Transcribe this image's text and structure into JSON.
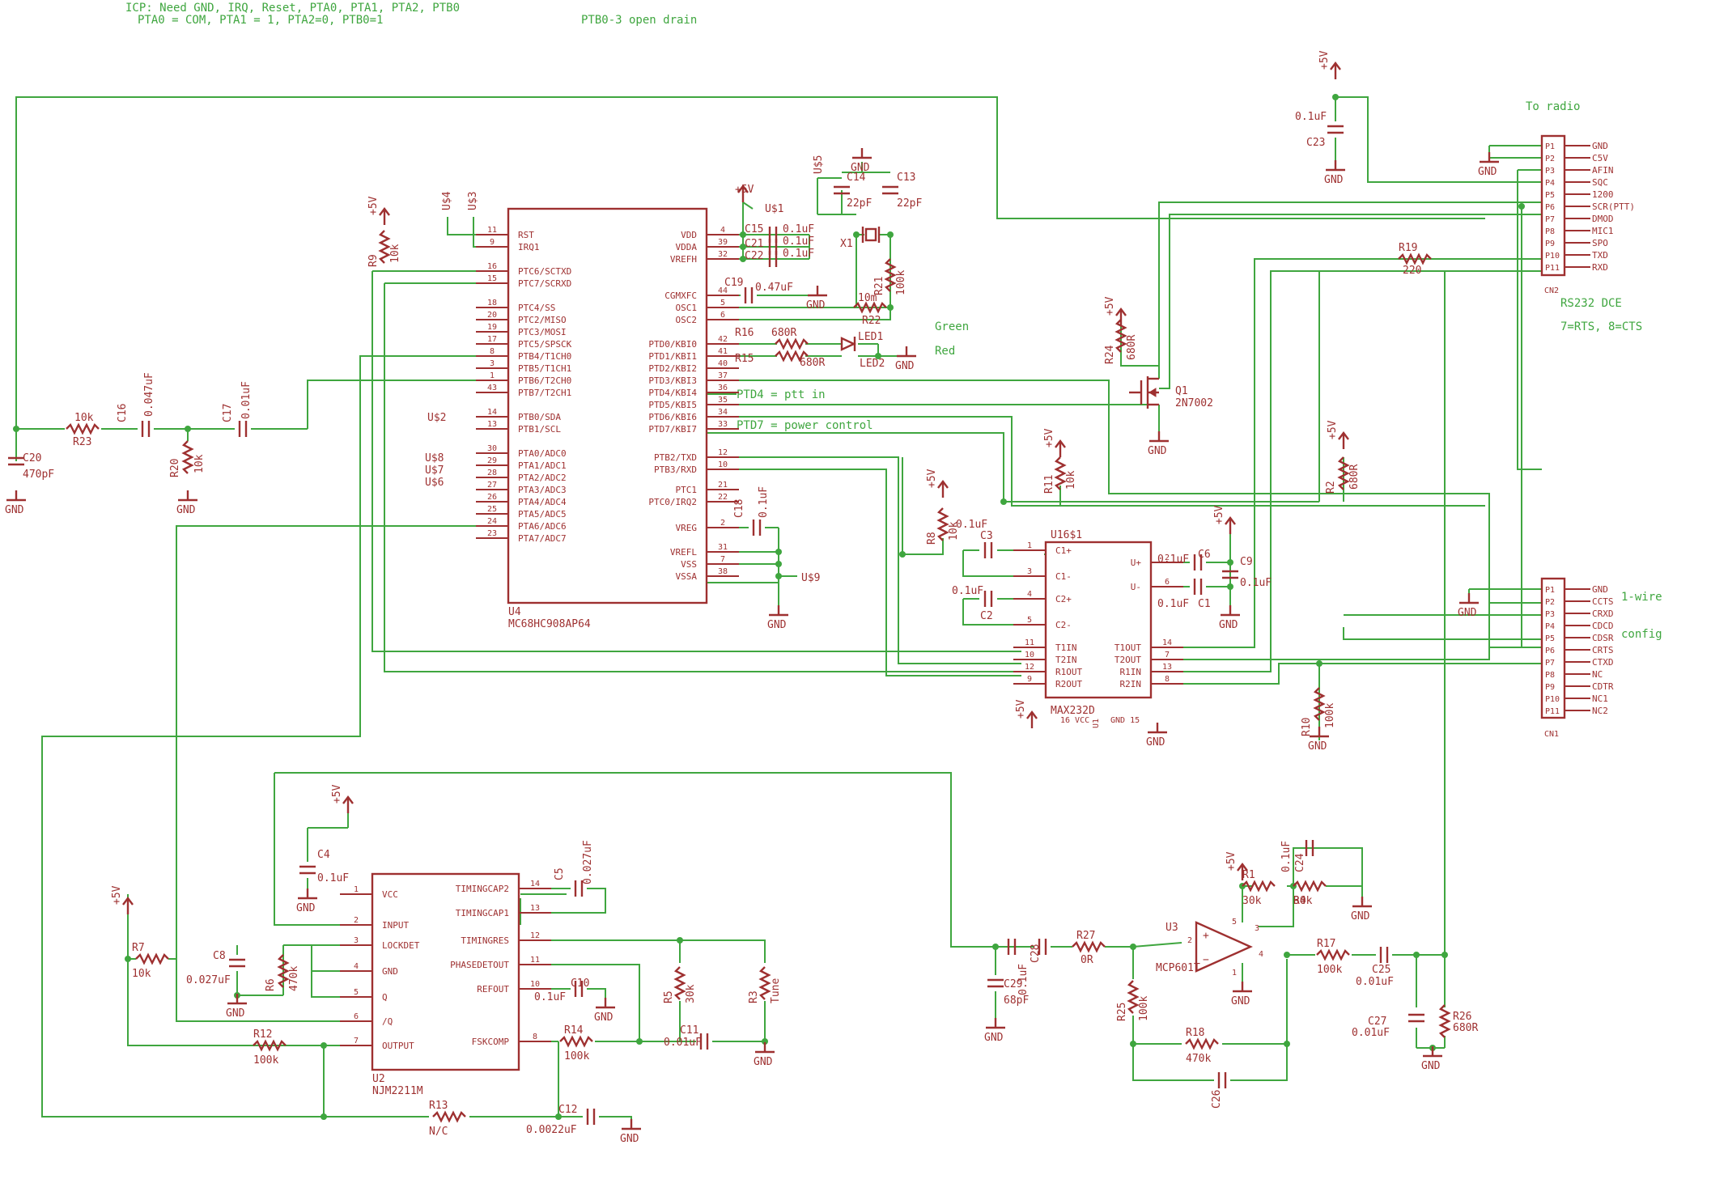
{
  "notes": {
    "icp_line1": "ICP: Need GND, IRQ, Reset, PTA0, PTA1, PTA2, PTB0",
    "icp_line2": "PTA0 = COM, PTA1 = 1, PTA2=0, PTB0=1",
    "open_drain": "PTB0-3 open drain",
    "to_radio": "To radio",
    "rs232_dce": "RS232 DCE",
    "rts_cts": "7=RTS, 8=CTS",
    "one_wire": "1-wire",
    "config": "config",
    "green": "Green",
    "red": "Red",
    "ptt_in": "PTD4 = ptt in",
    "power_control": "PTD7 = power control"
  },
  "colors": {
    "wire": "#3fa63f",
    "part": "#9e3030",
    "background": "#ffffff"
  },
  "u4": {
    "ref": "U4",
    "value": "MC68HC908AP64",
    "left_pins": [
      {
        "num": "11",
        "name": "RST"
      },
      {
        "num": "9",
        "name": "IRQ1"
      },
      {
        "num": "16",
        "name": "PTC6/SCTXD"
      },
      {
        "num": "15",
        "name": "PTC7/SCRXD"
      },
      {
        "num": "18",
        "name": "PTC4/SS"
      },
      {
        "num": "20",
        "name": "PTC2/MISO"
      },
      {
        "num": "19",
        "name": "PTC3/MOSI"
      },
      {
        "num": "17",
        "name": "PTC5/SPSCK"
      },
      {
        "num": "8",
        "name": "PTB4/T1CH0"
      },
      {
        "num": "3",
        "name": "PTB5/T1CH1"
      },
      {
        "num": "1",
        "name": "PTB6/T2CH0"
      },
      {
        "num": "43",
        "name": "PTB7/T2CH1"
      },
      {
        "num": "14",
        "name": "PTB0/SDA"
      },
      {
        "num": "13",
        "name": "PTB1/SCL"
      },
      {
        "num": "30",
        "name": "PTA0/ADC0"
      },
      {
        "num": "29",
        "name": "PTA1/ADC1"
      },
      {
        "num": "28",
        "name": "PTA2/ADC2"
      },
      {
        "num": "27",
        "name": "PTA3/ADC3"
      },
      {
        "num": "26",
        "name": "PTA4/ADC4"
      },
      {
        "num": "25",
        "name": "PTA5/ADC5"
      },
      {
        "num": "24",
        "name": "PTA6/ADC6"
      },
      {
        "num": "23",
        "name": "PTA7/ADC7"
      }
    ],
    "right_pins": [
      {
        "num": "4",
        "name": "VDD"
      },
      {
        "num": "39",
        "name": "VDDA"
      },
      {
        "num": "32",
        "name": "VREFH"
      },
      {
        "num": "44",
        "name": "CGMXFC"
      },
      {
        "num": "5",
        "name": "OSC1"
      },
      {
        "num": "6",
        "name": "OSC2"
      },
      {
        "num": "42",
        "name": "PTD0/KBI0"
      },
      {
        "num": "41",
        "name": "PTD1/KBI1"
      },
      {
        "num": "40",
        "name": "PTD2/KBI2"
      },
      {
        "num": "37",
        "name": "PTD3/KBI3"
      },
      {
        "num": "36",
        "name": "PTD4/KBI4"
      },
      {
        "num": "35",
        "name": "PTD5/KBI5"
      },
      {
        "num": "34",
        "name": "PTD6/KBI6"
      },
      {
        "num": "33",
        "name": "PTD7/KBI7"
      },
      {
        "num": "12",
        "name": "PTB2/TXD"
      },
      {
        "num": "10",
        "name": "PTB3/RXD"
      },
      {
        "num": "21",
        "name": "PTC1"
      },
      {
        "num": "22",
        "name": "PTC0/IRQ2"
      },
      {
        "num": "2",
        "name": "VREG"
      },
      {
        "num": "31",
        "name": "VREFL"
      },
      {
        "num": "7",
        "name": "VSS"
      },
      {
        "num": "38",
        "name": "VSSA"
      }
    ]
  },
  "u16": {
    "ref": "U16$1",
    "value": "MAX232D",
    "left_pins": [
      {
        "num": "1",
        "name": "C1+"
      },
      {
        "num": "3",
        "name": "C1-"
      },
      {
        "num": "4",
        "name": "C2+"
      },
      {
        "num": "5",
        "name": "C2-"
      },
      {
        "num": "11",
        "name": "T1IN"
      },
      {
        "num": "10",
        "name": "T2IN"
      },
      {
        "num": "12",
        "name": "R1OUT"
      },
      {
        "num": "9",
        "name": "R2OUT"
      }
    ],
    "right_pins": [
      {
        "num": "2",
        "name": "U+"
      },
      {
        "num": "6",
        "name": "U-"
      },
      {
        "num": "14",
        "name": "T1OUT"
      },
      {
        "num": "7",
        "name": "T2OUT"
      },
      {
        "num": "13",
        "name": "R1IN"
      },
      {
        "num": "8",
        "name": "R2IN"
      }
    ],
    "power_label": "16 VCC",
    "gnd_label": "GND 15",
    "u1_label": "U1"
  },
  "u2": {
    "ref": "U2",
    "value": "NJM2211M",
    "left_pins": [
      {
        "num": "1",
        "name": "VCC"
      },
      {
        "num": "2",
        "name": "INPUT"
      },
      {
        "num": "3",
        "name": "LOCKDET"
      },
      {
        "num": "4",
        "name": "GND"
      },
      {
        "num": "5",
        "name": "Q"
      },
      {
        "num": "6",
        "name": "/Q"
      },
      {
        "num": "7",
        "name": "OUTPUT"
      }
    ],
    "right_pins": [
      {
        "num": "14",
        "name": "TIMINGCAP2"
      },
      {
        "num": "13",
        "name": "TIMINGCAP1"
      },
      {
        "num": "12",
        "name": "TIMINGRES"
      },
      {
        "num": "11",
        "name": "PHASEDETOUT"
      },
      {
        "num": "10",
        "name": "REFOUT"
      },
      {
        "num": "8",
        "name": "FSKCOMP"
      }
    ]
  },
  "u3": {
    "ref": "U3",
    "value": "MCP601T",
    "pin_inp": "3",
    "pin_inn": "2",
    "pin_out": "4",
    "pin_vdd": "5",
    "pin_vss": "1"
  },
  "cn2": {
    "ref": "CN2",
    "pins": [
      {
        "num": "P1",
        "name": "GND"
      },
      {
        "num": "P2",
        "name": "C5V"
      },
      {
        "num": "P3",
        "name": "AFIN"
      },
      {
        "num": "P4",
        "name": "SQC"
      },
      {
        "num": "P5",
        "name": "1200"
      },
      {
        "num": "P6",
        "name": "SCR(PTT)"
      },
      {
        "num": "P7",
        "name": "DMOD"
      },
      {
        "num": "P8",
        "name": "MIC1"
      },
      {
        "num": "P9",
        "name": "SPO"
      },
      {
        "num": "P10",
        "name": "TXD"
      },
      {
        "num": "P11",
        "name": "RXD"
      }
    ]
  },
  "cn1": {
    "ref": "CN1",
    "pins": [
      {
        "num": "P1",
        "name": "GND"
      },
      {
        "num": "P2",
        "name": "CCTS"
      },
      {
        "num": "P3",
        "name": "CRXD"
      },
      {
        "num": "P4",
        "name": "CDCD"
      },
      {
        "num": "P5",
        "name": "CDSR"
      },
      {
        "num": "P6",
        "name": "CRTS"
      },
      {
        "num": "P7",
        "name": "CTXD"
      },
      {
        "num": "P8",
        "name": "NC"
      },
      {
        "num": "P9",
        "name": "CDTR"
      },
      {
        "num": "P10",
        "name": "NC1"
      },
      {
        "num": "P11",
        "name": "NC2"
      }
    ]
  },
  "q1": {
    "ref": "Q1",
    "value": "2N7002"
  },
  "x1": {
    "ref": "X1"
  },
  "leds": {
    "led1": "LED1",
    "led2": "LED2"
  },
  "resistors": {
    "r1": {
      "ref": "R1",
      "value": "30k"
    },
    "r2": {
      "ref": "R2",
      "value": "680R"
    },
    "r3": {
      "ref": "R3",
      "value": "Tune"
    },
    "r5": {
      "ref": "R5",
      "value": "30k"
    },
    "r6": {
      "ref": "R6",
      "value": "470k"
    },
    "r7": {
      "ref": "R7",
      "value": "10k"
    },
    "r8": {
      "ref": "R8",
      "value": "10k"
    },
    "r9": {
      "ref": "R9",
      "value": "10k"
    },
    "r10": {
      "ref": "R10",
      "value": "100k"
    },
    "r11": {
      "ref": "R11",
      "value": "10k"
    },
    "r12": {
      "ref": "R12",
      "value": "100k"
    },
    "r13": {
      "ref": "R13",
      "value": "N/C"
    },
    "r14": {
      "ref": "R14",
      "value": "100k"
    },
    "r15": {
      "ref": "R15",
      "value": "680R"
    },
    "r16": {
      "ref": "R16",
      "value": "680R"
    },
    "r17": {
      "ref": "R17",
      "value": "100k"
    },
    "r18": {
      "ref": "R18",
      "value": "470k"
    },
    "r19": {
      "ref": "R19",
      "value": "220"
    },
    "r20": {
      "ref": "R20",
      "value": "10k"
    },
    "r21": {
      "ref": "R21",
      "value": "100k"
    },
    "r22": {
      "ref": "R22",
      "value": "10m"
    },
    "r23": {
      "ref": "R23",
      "value": "10k"
    },
    "r24": {
      "ref": "R24",
      "value": "680R"
    },
    "r25": {
      "ref": "R25",
      "value": "100k"
    },
    "r26": {
      "ref": "R26",
      "value": "680R"
    },
    "r27": {
      "ref": "R27",
      "value": "0R"
    },
    "r4": {
      "ref": "R4",
      "value": "30k"
    }
  },
  "capacitors": {
    "c1": {
      "ref": "C1",
      "value": "0.1uF"
    },
    "c2": {
      "ref": "C2",
      "value": "0.1uF"
    },
    "c3": {
      "ref": "C3",
      "value": "0.1uF"
    },
    "c4": {
      "ref": "C4",
      "value": "0.1uF"
    },
    "c5": {
      "ref": "C5",
      "value": "0.027uF"
    },
    "c6": {
      "ref": "C6",
      "value": "0.1uF"
    },
    "c8": {
      "ref": "C8",
      "value": "0.027uF"
    },
    "c9": {
      "ref": "C9",
      "value": "0.1uF"
    },
    "c10": {
      "ref": "C10",
      "value": "0.1uF"
    },
    "c11": {
      "ref": "C11",
      "value": "0.01uF"
    },
    "c12": {
      "ref": "C12",
      "value": "0.0022uF"
    },
    "c13": {
      "ref": "C13",
      "value": "22pF"
    },
    "c14": {
      "ref": "C14",
      "value": "22pF"
    },
    "c15": {
      "ref": "C15",
      "value": "0.1uF"
    },
    "c16": {
      "ref": "C16",
      "value": "0.047uF"
    },
    "c17": {
      "ref": "C17",
      "value": "0.01uF"
    },
    "c18": {
      "ref": "C18",
      "value": "0.1uF"
    },
    "c19": {
      "ref": "C19",
      "value": "0.47uF"
    },
    "c20": {
      "ref": "C20",
      "value": "470pF"
    },
    "c21": {
      "ref": "C21",
      "value": "0.1uF"
    },
    "c22": {
      "ref": "C22",
      "value": "0.1uF"
    },
    "c23": {
      "ref": "C23",
      "value": "0.1uF"
    },
    "c24": {
      "ref": "C24",
      "value": "0.1uF"
    },
    "c25": {
      "ref": "C25",
      "value": "0.01uF"
    },
    "c26": {
      "ref": "C26",
      "value": ""
    },
    "c27": {
      "ref": "C27",
      "value": "0.01uF"
    },
    "c28": {
      "ref": "C28",
      "value": ""
    },
    "c29": {
      "ref": "C29",
      "value": "68pF"
    },
    "c29b": {
      "ref": "",
      "value": "0.1uF"
    }
  },
  "supplies": {
    "vcc": "+5V",
    "gnd": "GND"
  },
  "test_points": {
    "u1": "U$1",
    "u2": "U$2",
    "u3": "U$3",
    "u4": "U$4",
    "u5": "U$5",
    "u6": "U$6",
    "u7": "U$7",
    "u8": "U$8",
    "u9": "U$9"
  }
}
